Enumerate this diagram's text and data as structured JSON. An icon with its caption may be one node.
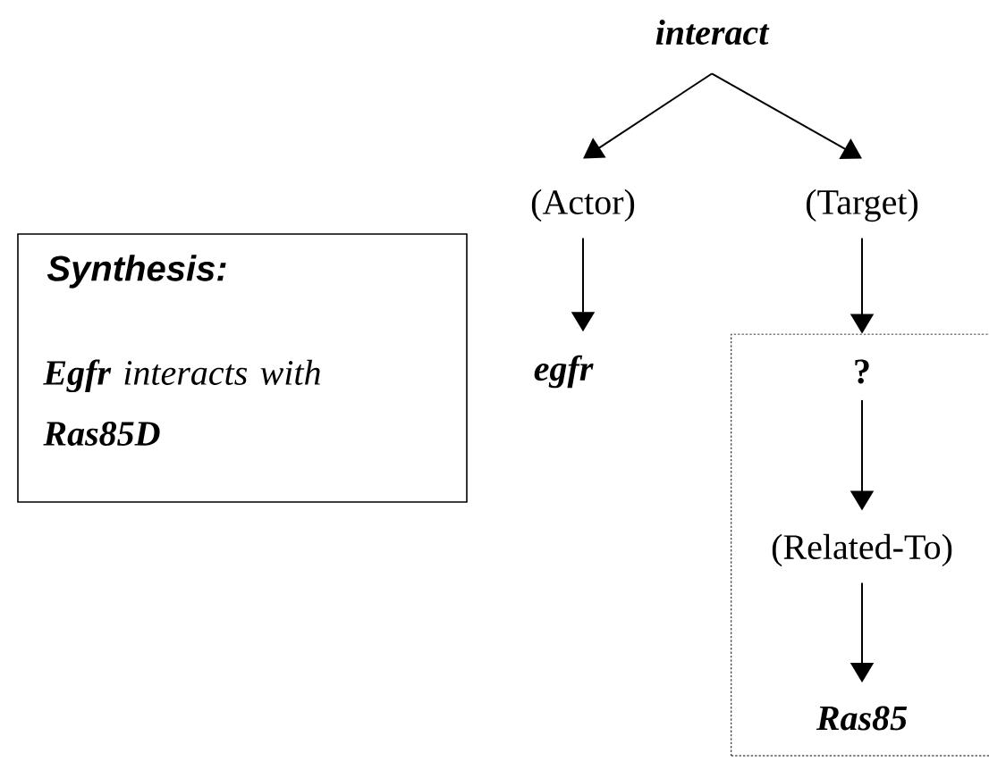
{
  "diagram": {
    "nodes": [
      {
        "text": [
          "interact"
        ]
      },
      {
        "text": [
          "(Actor)"
        ]
      },
      {
        "text": [
          "(Target)"
        ]
      },
      {
        "text": [
          "egfr"
        ]
      },
      {
        "text": [],
        "shape": "box"
      },
      {
        "text": [
          "?"
        ],
        "in": 4
      },
      {
        "text": [
          "(Related-To)"
        ],
        "in": 4
      },
      {
        "text": [
          "Ras85"
        ],
        "in": 4
      },
      {
        "text": [
          "Synthesis:",
          "**Egfr** interacts with **Ras85D**"
        ]
      }
    ],
    "edges": [
      {
        "from": 0,
        "to": 1,
        "arrow": "to"
      },
      {
        "from": 0,
        "to": 2,
        "arrow": "to"
      },
      {
        "from": 1,
        "to": 3,
        "arrow": "to"
      },
      {
        "from": 2,
        "to": 4,
        "arrow": "to"
      },
      {
        "from": 5,
        "to": 6,
        "arrow": "to"
      },
      {
        "from": 6,
        "to": 7,
        "arrow": "to"
      }
    ]
  }
}
